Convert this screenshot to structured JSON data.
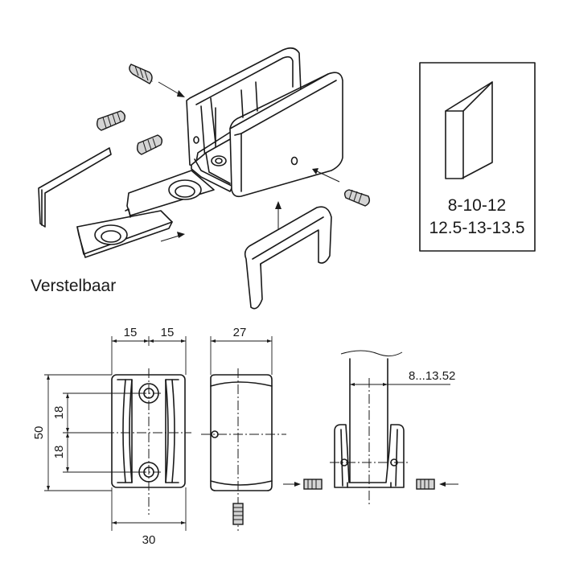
{
  "title_label": "Verstelbaar",
  "glass_sizes": {
    "line1": "8-10-12",
    "line2": "12.5-13-13.5"
  },
  "dimensions": {
    "front_top_left": "15",
    "front_top_right": "15",
    "front_height": "50",
    "front_upper_hole": "18",
    "front_lower_hole": "18",
    "front_width": "30",
    "side_depth": "27",
    "glass_range": "8...13.52"
  }
}
